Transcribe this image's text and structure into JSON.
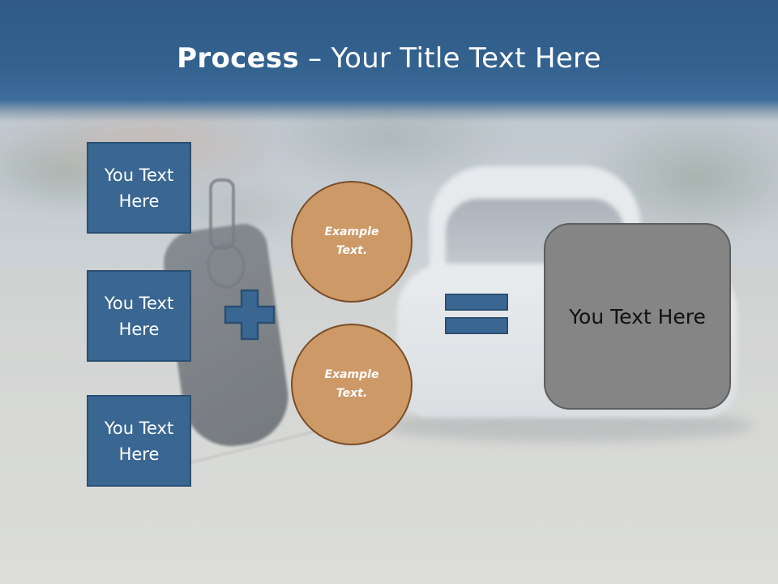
{
  "slide": {
    "title_bold": "Process",
    "title_rest": " – Your Title Text Here"
  },
  "boxes": [
    {
      "label": "You Text Here"
    },
    {
      "label": "You Text Here"
    },
    {
      "label": "You Text Here"
    }
  ],
  "operators": {
    "plus_icon": "plus-icon",
    "equals_icon": "equals-icon"
  },
  "circles": [
    {
      "label": "Example Text."
    },
    {
      "label": "Example Text."
    }
  ],
  "result": {
    "label": "You Text Here"
  },
  "colors": {
    "header": "#34628f",
    "box_fill": "#3a6792",
    "circle_fill": "#cd9967",
    "result_fill": "#858585"
  }
}
